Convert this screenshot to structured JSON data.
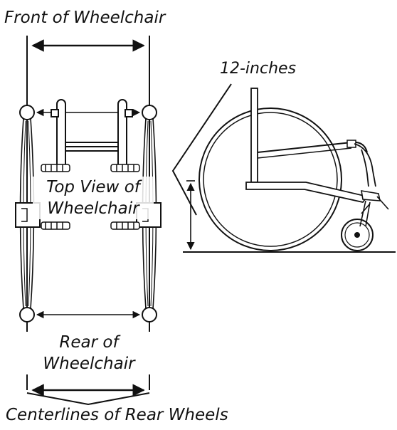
{
  "labels": {
    "front": "Front of Wheelchair",
    "inches": "12-inches",
    "top_view_line1": "Top View of",
    "top_view_line2": "Wheelchair",
    "rear_line1": "Rear of",
    "rear_line2": "Wheelchair",
    "centerlines": "Centerlines of Rear Wheels"
  },
  "colors": {
    "line": "#111111",
    "background": "#ffffff"
  }
}
